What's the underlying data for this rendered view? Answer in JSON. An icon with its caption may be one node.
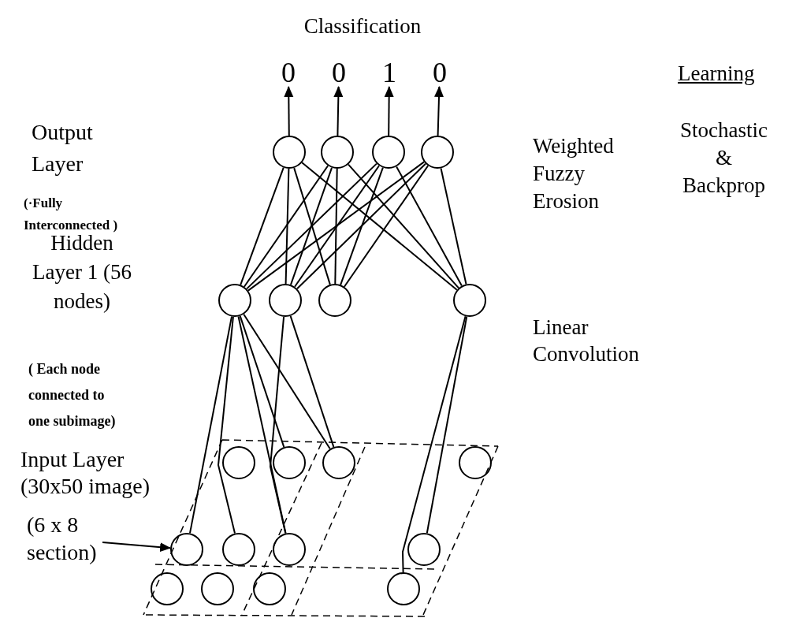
{
  "diagram": {
    "title": "Classification",
    "nodes": [
      {
        "text": [
          "0"
        ]
      },
      {
        "text": [
          "0"
        ]
      },
      {
        "text": [
          "1"
        ]
      },
      {
        "text": [
          "0"
        ]
      },
      {
        "text": [],
        "shape": "circle"
      },
      {
        "text": [],
        "shape": "circle"
      },
      {
        "text": [],
        "shape": "circle"
      },
      {
        "text": [],
        "shape": "circle"
      },
      {
        "text": [],
        "shape": "circle"
      },
      {
        "text": [],
        "shape": "circle"
      },
      {
        "text": [],
        "shape": "circle"
      },
      {
        "text": [],
        "shape": "circle"
      },
      {
        "text": [],
        "shape": "circle"
      },
      {
        "text": [],
        "shape": "circle"
      },
      {
        "text": [],
        "shape": "circle"
      },
      {
        "text": [],
        "shape": "circle"
      },
      {
        "text": [
          "(6 x 8 section)"
        ]
      },
      {
        "text": [],
        "shape": "circle"
      },
      {
        "text": [],
        "shape": "circle"
      },
      {
        "text": [],
        "shape": "circle"
      },
      {
        "text": [],
        "shape": "circle"
      },
      {
        "text": [],
        "shape": "circle"
      },
      {
        "text": [],
        "shape": "circle"
      },
      {
        "text": [],
        "shape": "circle"
      },
      {
        "text": [],
        "shape": "circle"
      }
    ],
    "edges": [
      {
        "from": 4,
        "to": 0,
        "arrow": "to"
      },
      {
        "from": 5,
        "to": 1,
        "arrow": "to"
      },
      {
        "from": 6,
        "to": 2,
        "arrow": "to"
      },
      {
        "from": 7,
        "to": 3,
        "arrow": "to"
      },
      {
        "from": 8,
        "to": 4,
        "arrow": "none"
      },
      {
        "from": 9,
        "to": 4,
        "arrow": "none"
      },
      {
        "from": 10,
        "to": 4,
        "arrow": "none"
      },
      {
        "from": 11,
        "to": 4,
        "arrow": "none"
      },
      {
        "from": 8,
        "to": 5,
        "arrow": "none"
      },
      {
        "from": 9,
        "to": 5,
        "arrow": "none"
      },
      {
        "from": 10,
        "to": 5,
        "arrow": "none"
      },
      {
        "from": 11,
        "to": 5,
        "arrow": "none"
      },
      {
        "from": 8,
        "to": 6,
        "arrow": "none"
      },
      {
        "from": 9,
        "to": 6,
        "arrow": "none"
      },
      {
        "from": 10,
        "to": 6,
        "arrow": "none"
      },
      {
        "from": 11,
        "to": 6,
        "arrow": "none"
      },
      {
        "from": 8,
        "to": 7,
        "arrow": "none"
      },
      {
        "from": 9,
        "to": 7,
        "arrow": "none"
      },
      {
        "from": 10,
        "to": 7,
        "arrow": "none"
      },
      {
        "from": 11,
        "to": 7,
        "arrow": "none"
      },
      {
        "from": 8,
        "to": 17,
        "arrow": "none"
      },
      {
        "from": 8,
        "to": 18,
        "arrow": "none"
      },
      {
        "from": 8,
        "to": 19,
        "arrow": "none"
      },
      {
        "from": 8,
        "to": 13,
        "arrow": "none"
      },
      {
        "from": 8,
        "to": 14,
        "arrow": "none"
      },
      {
        "from": 9,
        "to": 19,
        "arrow": "none"
      },
      {
        "from": 9,
        "to": 14,
        "arrow": "none"
      },
      {
        "from": 11,
        "to": 24,
        "arrow": "none"
      },
      {
        "from": 11,
        "to": 20,
        "arrow": "none"
      },
      {
        "from": 16,
        "to": 17,
        "arrow": "to"
      }
    ],
    "labels": [
      "Learning",
      "Output Layer",
      "Weighted Fuzzy Erosion",
      "Stochastic & Backprop",
      "(·Fully Interconnected )",
      "Hidden Layer 1 (56 nodes)",
      "Linear Convolution",
      "( Each node connected to one subimage)",
      "Input Layer (30x50 image)"
    ]
  }
}
